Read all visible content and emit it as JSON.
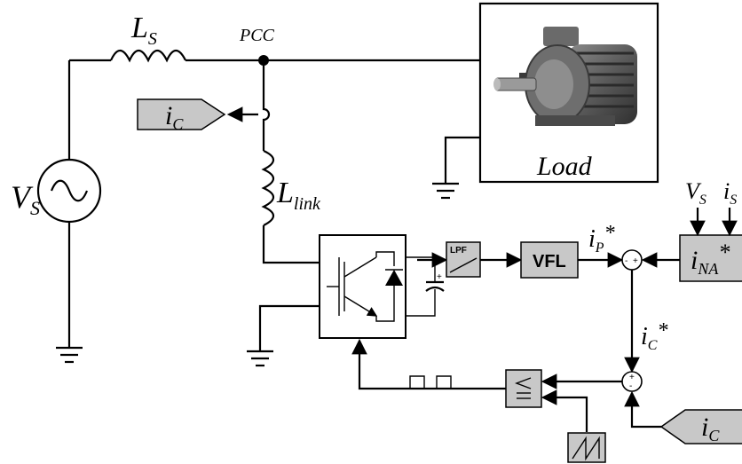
{
  "labels": {
    "source_v": "V",
    "source_v_sub": "S",
    "source_l": "L",
    "source_l_sub": "S",
    "pcc": "PCC",
    "link_l": "L",
    "link_l_sub": "link",
    "load": "Load",
    "ic": "i",
    "ic_sub": "C",
    "ic_ref": "i",
    "ic_ref_sub": "C",
    "ic_ref_star": "*",
    "ip_ref": "i",
    "ip_ref_sub": "P",
    "ip_ref_star": "*",
    "vs_in": "V",
    "vs_in_sub": "S",
    "is_in": "i",
    "is_in_sub": "S",
    "ina": "i",
    "ina_sub": "NA",
    "ina_star": "*",
    "vfl": "VFL",
    "lpf": "LPF",
    "minus": "-",
    "plus": "+"
  }
}
